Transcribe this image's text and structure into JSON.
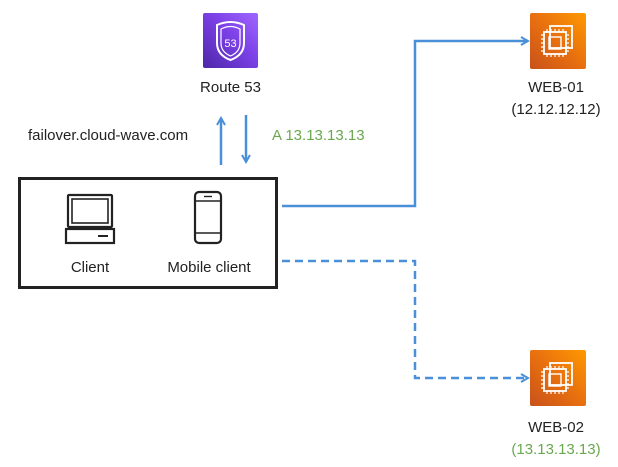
{
  "route53": {
    "label": "Route 53",
    "badge_text": "53"
  },
  "dns": {
    "query": "failover.cloud-wave.com",
    "answer": "A 13.13.13.13"
  },
  "clients": {
    "desktop_label": "Client",
    "mobile_label": "Mobile client"
  },
  "servers": [
    {
      "name": "WEB-01",
      "ip": "(12.12.12.12)",
      "path": "primary"
    },
    {
      "name": "WEB-02",
      "ip": "(13.13.13.13)",
      "path": "secondary"
    }
  ],
  "colors": {
    "arrow": "#4a90d9",
    "answer_text": "#6aa84f",
    "route53_purple": "#7b40e6",
    "ec2_orange": "#e8700f",
    "frame": "#222222"
  },
  "icons": [
    "route53-icon",
    "desktop-icon",
    "mobile-phone-icon",
    "ec2-instance-icon"
  ]
}
